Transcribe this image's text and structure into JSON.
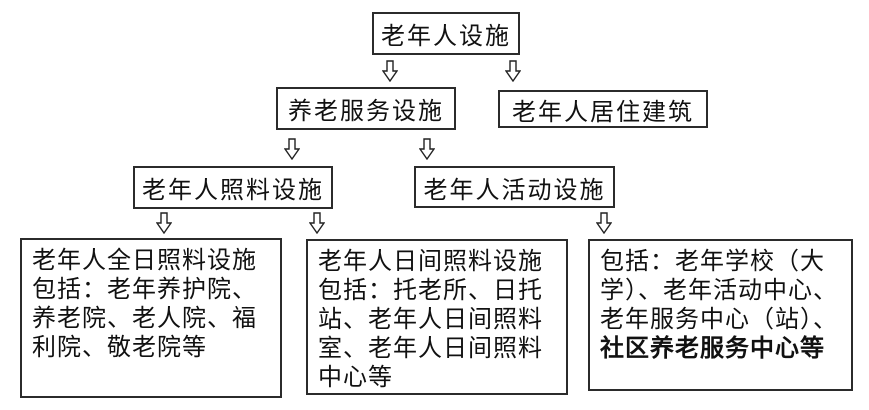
{
  "diagram": {
    "root": {
      "label": "老年人设施"
    },
    "level2": {
      "service": "养老服务设施",
      "residential": "老年人居住建筑"
    },
    "level3": {
      "care": "老年人照料设施",
      "activity": "老年人活动设施"
    },
    "leaves": {
      "fullday": {
        "lines": [
          "老年人全日照料设施",
          "包括：老年养护院、",
          "养老院、老人院、福",
          "利院、敬老院等"
        ]
      },
      "daytime": {
        "lines": [
          "老年人日间照料设施",
          "包括：托老所、日托",
          "站、老年人日间照料",
          "室、老年人日间照料",
          "中心等"
        ]
      },
      "activity_examples": {
        "lines": [
          "包括：老年学校（大",
          "学）、老年活动中心、",
          "老年服务中心（站）、"
        ],
        "bold_line": "社区养老服务中心等"
      }
    },
    "colors": {
      "border": "#2b2b2b",
      "text": "#111111",
      "background": "#ffffff"
    }
  }
}
